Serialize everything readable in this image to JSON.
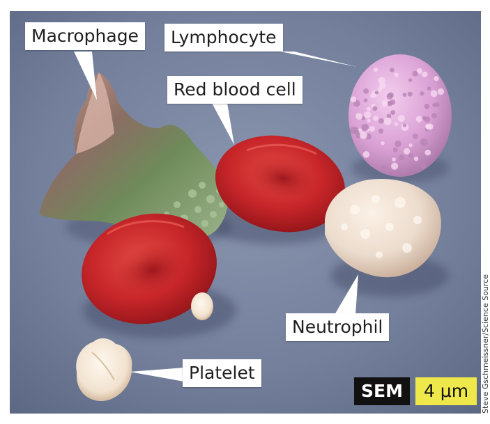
{
  "labels": {
    "macrophage": "Macrophage",
    "lymphocyte": "Lymphocyte",
    "red_blood_cell": "Red blood cell",
    "neutrophil": "Neutrophil",
    "platelet": "Platelet"
  },
  "badges": {
    "method": "SEM",
    "scale": "4 μm"
  },
  "credit": "Steve Gschmeissner/Science Source",
  "colors": {
    "background": "#737f9b",
    "red_blood_cell": "#c8262a",
    "macrophage": "#6f8a5a",
    "lymphocyte": "#d9a0d4",
    "neutrophil": "#ecdccd",
    "platelet": "#f1e2cf",
    "scale_badge": "#efe84a"
  }
}
